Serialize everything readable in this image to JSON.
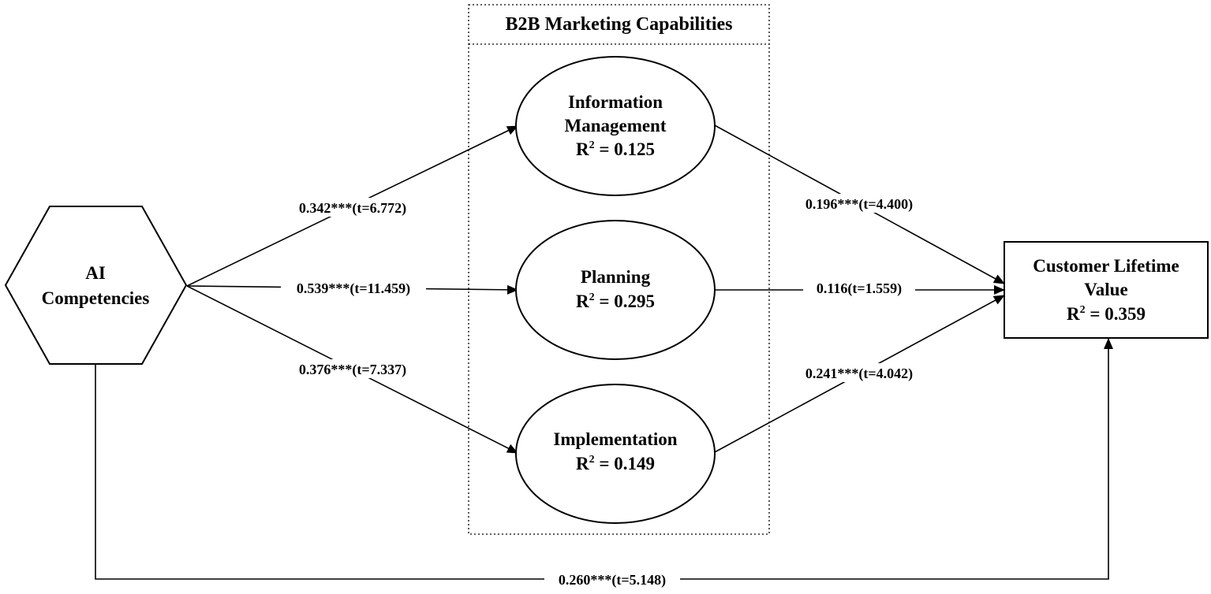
{
  "group": {
    "title": "B2B Marketing Capabilities"
  },
  "nodes": {
    "ai": {
      "line1": "AI",
      "line2": "Competencies"
    },
    "info": {
      "line1": "Information",
      "line2": "Management",
      "r2_prefix": "R",
      "r2_sup": "2",
      "r2_value": " = 0.125"
    },
    "planning": {
      "line1": "Planning",
      "r2_prefix": "R",
      "r2_sup": "2",
      "r2_value": " = 0.295"
    },
    "implementation": {
      "line1": "Implementation",
      "r2_prefix": "R",
      "r2_sup": "2",
      "r2_value": " = 0.149"
    },
    "clv": {
      "line1": "Customer Lifetime",
      "line2": "Value",
      "r2_prefix": "R",
      "r2_sup": "2",
      "r2_value": " = 0.359"
    }
  },
  "edges": {
    "ai_info": "0.342***(t=6.772)",
    "ai_planning": "0.539***(t=11.459)",
    "ai_implementation": "0.376***(t=7.337)",
    "info_clv": "0.196***(t=4.400)",
    "planning_clv": "0.116(t=1.559)",
    "implementation_clv": "0.241***(t=4.042)",
    "ai_clv": "0.260***(t=5.148)"
  }
}
